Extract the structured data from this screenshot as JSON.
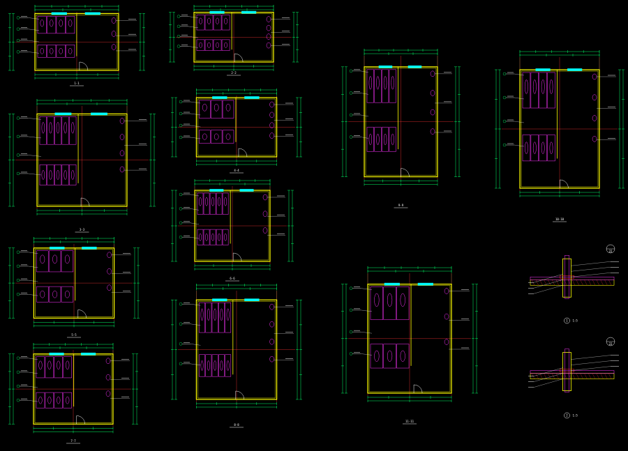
{
  "drawing": {
    "background": "#000000",
    "colors": {
      "dimension": "#00ff66",
      "wall": "#ffff00",
      "fixture": "#ff33ff",
      "grid": "#ff3333",
      "door": "#ffffff",
      "window": "#00ffff",
      "text": "#ffffff"
    },
    "plans": [
      {
        "caption": "1-1"
      },
      {
        "caption": "2-2"
      },
      {
        "caption": "3-3"
      },
      {
        "caption": "4-4"
      },
      {
        "caption": "5-5"
      },
      {
        "caption": "6-6"
      },
      {
        "caption": "7-7"
      },
      {
        "caption": "8-8"
      },
      {
        "caption": "9-9"
      },
      {
        "caption": "10-10"
      },
      {
        "caption": "11-11"
      }
    ],
    "details": [
      {
        "number": "1",
        "scale": "1:5",
        "tag": "22"
      },
      {
        "number": "2",
        "scale": "1:5",
        "tag": "22"
      }
    ]
  }
}
